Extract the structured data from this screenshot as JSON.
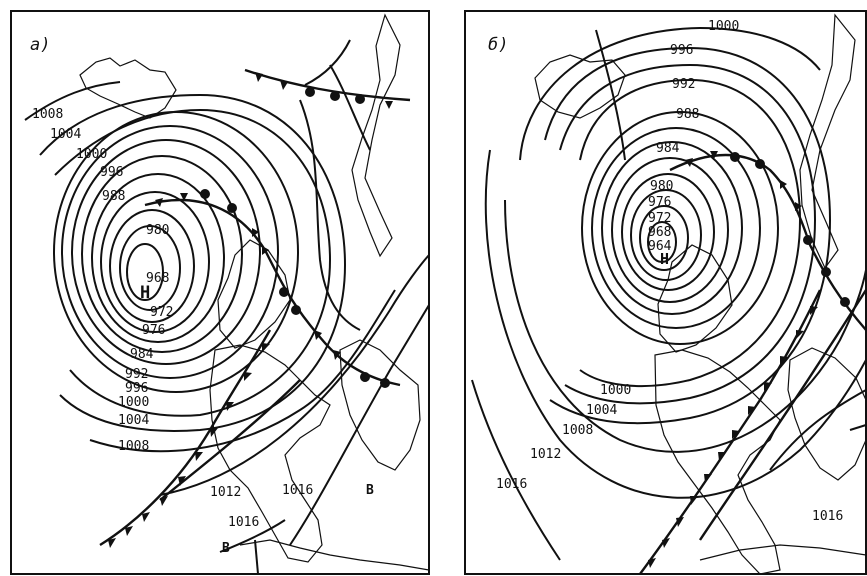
{
  "panels": [
    {
      "id": "a",
      "label": "a)",
      "center_label": "H",
      "isobars": [
        "1008",
        "1004",
        "1000",
        "996",
        "988",
        "980",
        "968",
        "972",
        "976",
        "984",
        "992",
        "996",
        "1000",
        "1004",
        "1008",
        "1012",
        "1016",
        "1016"
      ],
      "markers": [
        "B",
        "B"
      ]
    },
    {
      "id": "b",
      "label": "б)",
      "center_label": "H",
      "isobars": [
        "1000",
        "996",
        "992",
        "988",
        "984",
        "980",
        "976",
        "972",
        "968",
        "964",
        "1000",
        "1004",
        "1008",
        "1012",
        "1016",
        "1016"
      ]
    }
  ],
  "colors": {
    "ink": "#111111",
    "paper": "#ffffff"
  }
}
